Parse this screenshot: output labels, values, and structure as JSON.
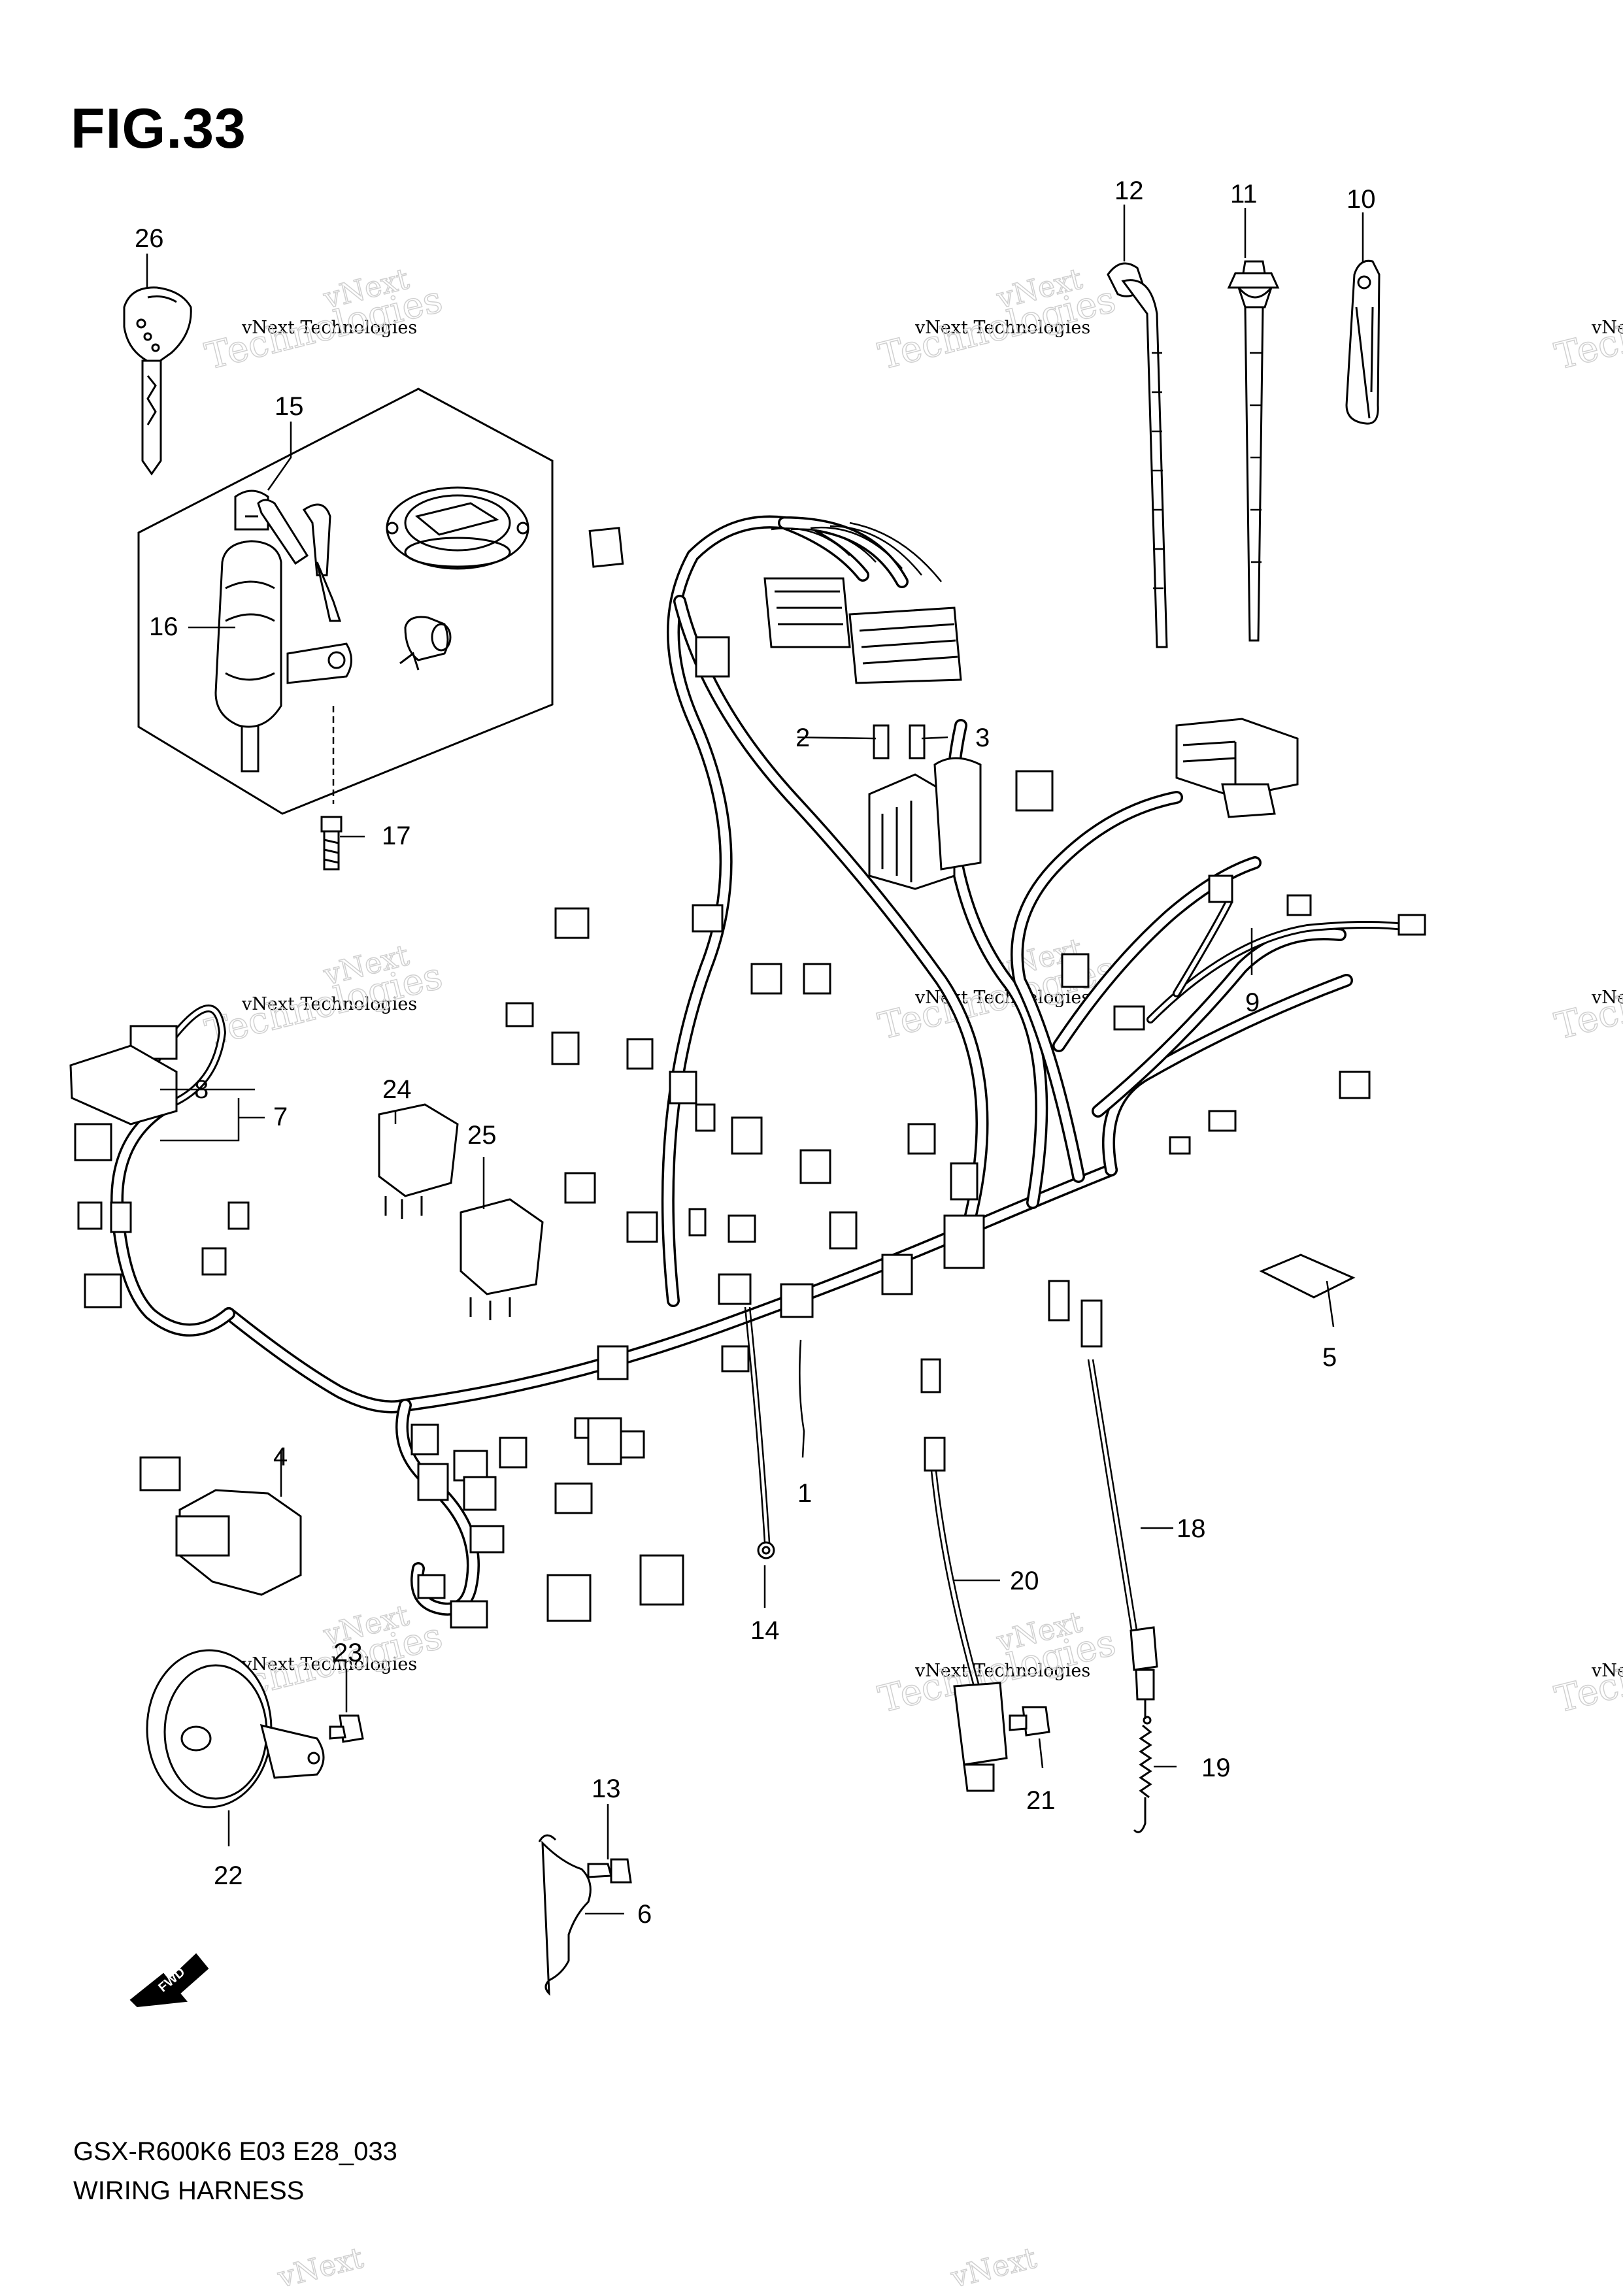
{
  "figure": {
    "title": "FIG.33",
    "model_code": "GSX-R600K6 E03 E28_033",
    "name": "WIRING HARNESS"
  },
  "watermark": {
    "line1": "vNext Technologies",
    "line2": "vNext",
    "line3": "Technologies"
  },
  "fwd_label": "FWD",
  "callouts": [
    {
      "id": "c1",
      "number": "1"
    },
    {
      "id": "c2",
      "number": "2"
    },
    {
      "id": "c3",
      "number": "3"
    },
    {
      "id": "c4",
      "number": "4"
    },
    {
      "id": "c5",
      "number": "5"
    },
    {
      "id": "c6",
      "number": "6"
    },
    {
      "id": "c7",
      "number": "7"
    },
    {
      "id": "c8",
      "number": "8"
    },
    {
      "id": "c9",
      "number": "9"
    },
    {
      "id": "c10",
      "number": "10"
    },
    {
      "id": "c11",
      "number": "11"
    },
    {
      "id": "c12",
      "number": "12"
    },
    {
      "id": "c13",
      "number": "13"
    },
    {
      "id": "c14",
      "number": "14"
    },
    {
      "id": "c15",
      "number": "15"
    },
    {
      "id": "c16",
      "number": "16"
    },
    {
      "id": "c17",
      "number": "17"
    },
    {
      "id": "c18",
      "number": "18"
    },
    {
      "id": "c19",
      "number": "19"
    },
    {
      "id": "c20",
      "number": "20"
    },
    {
      "id": "c21",
      "number": "21"
    },
    {
      "id": "c22",
      "number": "22"
    },
    {
      "id": "c23",
      "number": "23"
    },
    {
      "id": "c24",
      "number": "24"
    },
    {
      "id": "c25",
      "number": "25"
    },
    {
      "id": "c26",
      "number": "26"
    }
  ]
}
